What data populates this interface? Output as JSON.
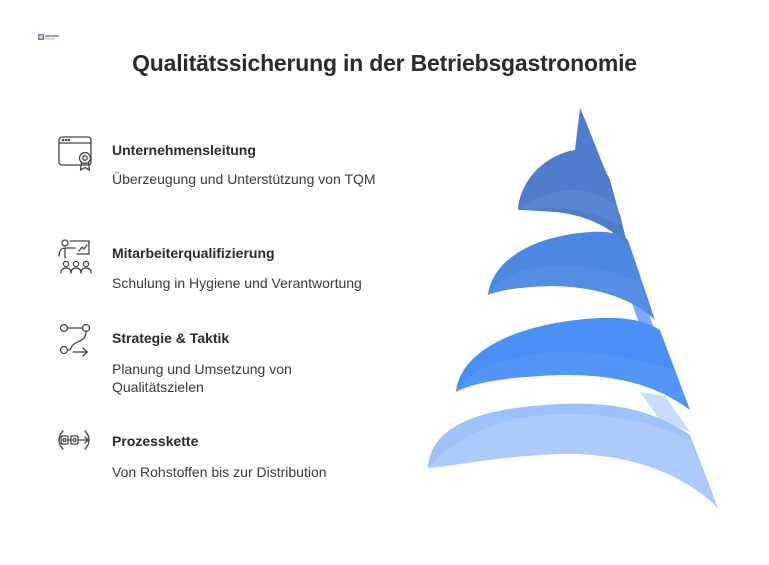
{
  "title": "Qualitätssicherung in der Betriebsgastronomie",
  "logo": {
    "icon": "brand-logo-icon"
  },
  "items": [
    {
      "heading": "Unternehmensleitung",
      "description": "Überzeugung und Unterstützung von TQM",
      "icon": "certificate-window-icon",
      "color": "#4f7dcb"
    },
    {
      "heading": "Mitarbeiterqualifizierung",
      "description": "Schulung in Hygiene und Verantwortung",
      "icon": "training-people-icon",
      "color": "#4c87e2"
    },
    {
      "heading": "Strategie & Taktik",
      "description": "Planung und Umsetzung von Qualitätszielen",
      "icon": "route-strategy-icon",
      "color": "#4a8ff5"
    },
    {
      "heading": "Prozesskette",
      "description": "Von Rohstoffen bis zur Distribution",
      "icon": "process-chain-icon",
      "color": "#9dc2fb"
    }
  ]
}
